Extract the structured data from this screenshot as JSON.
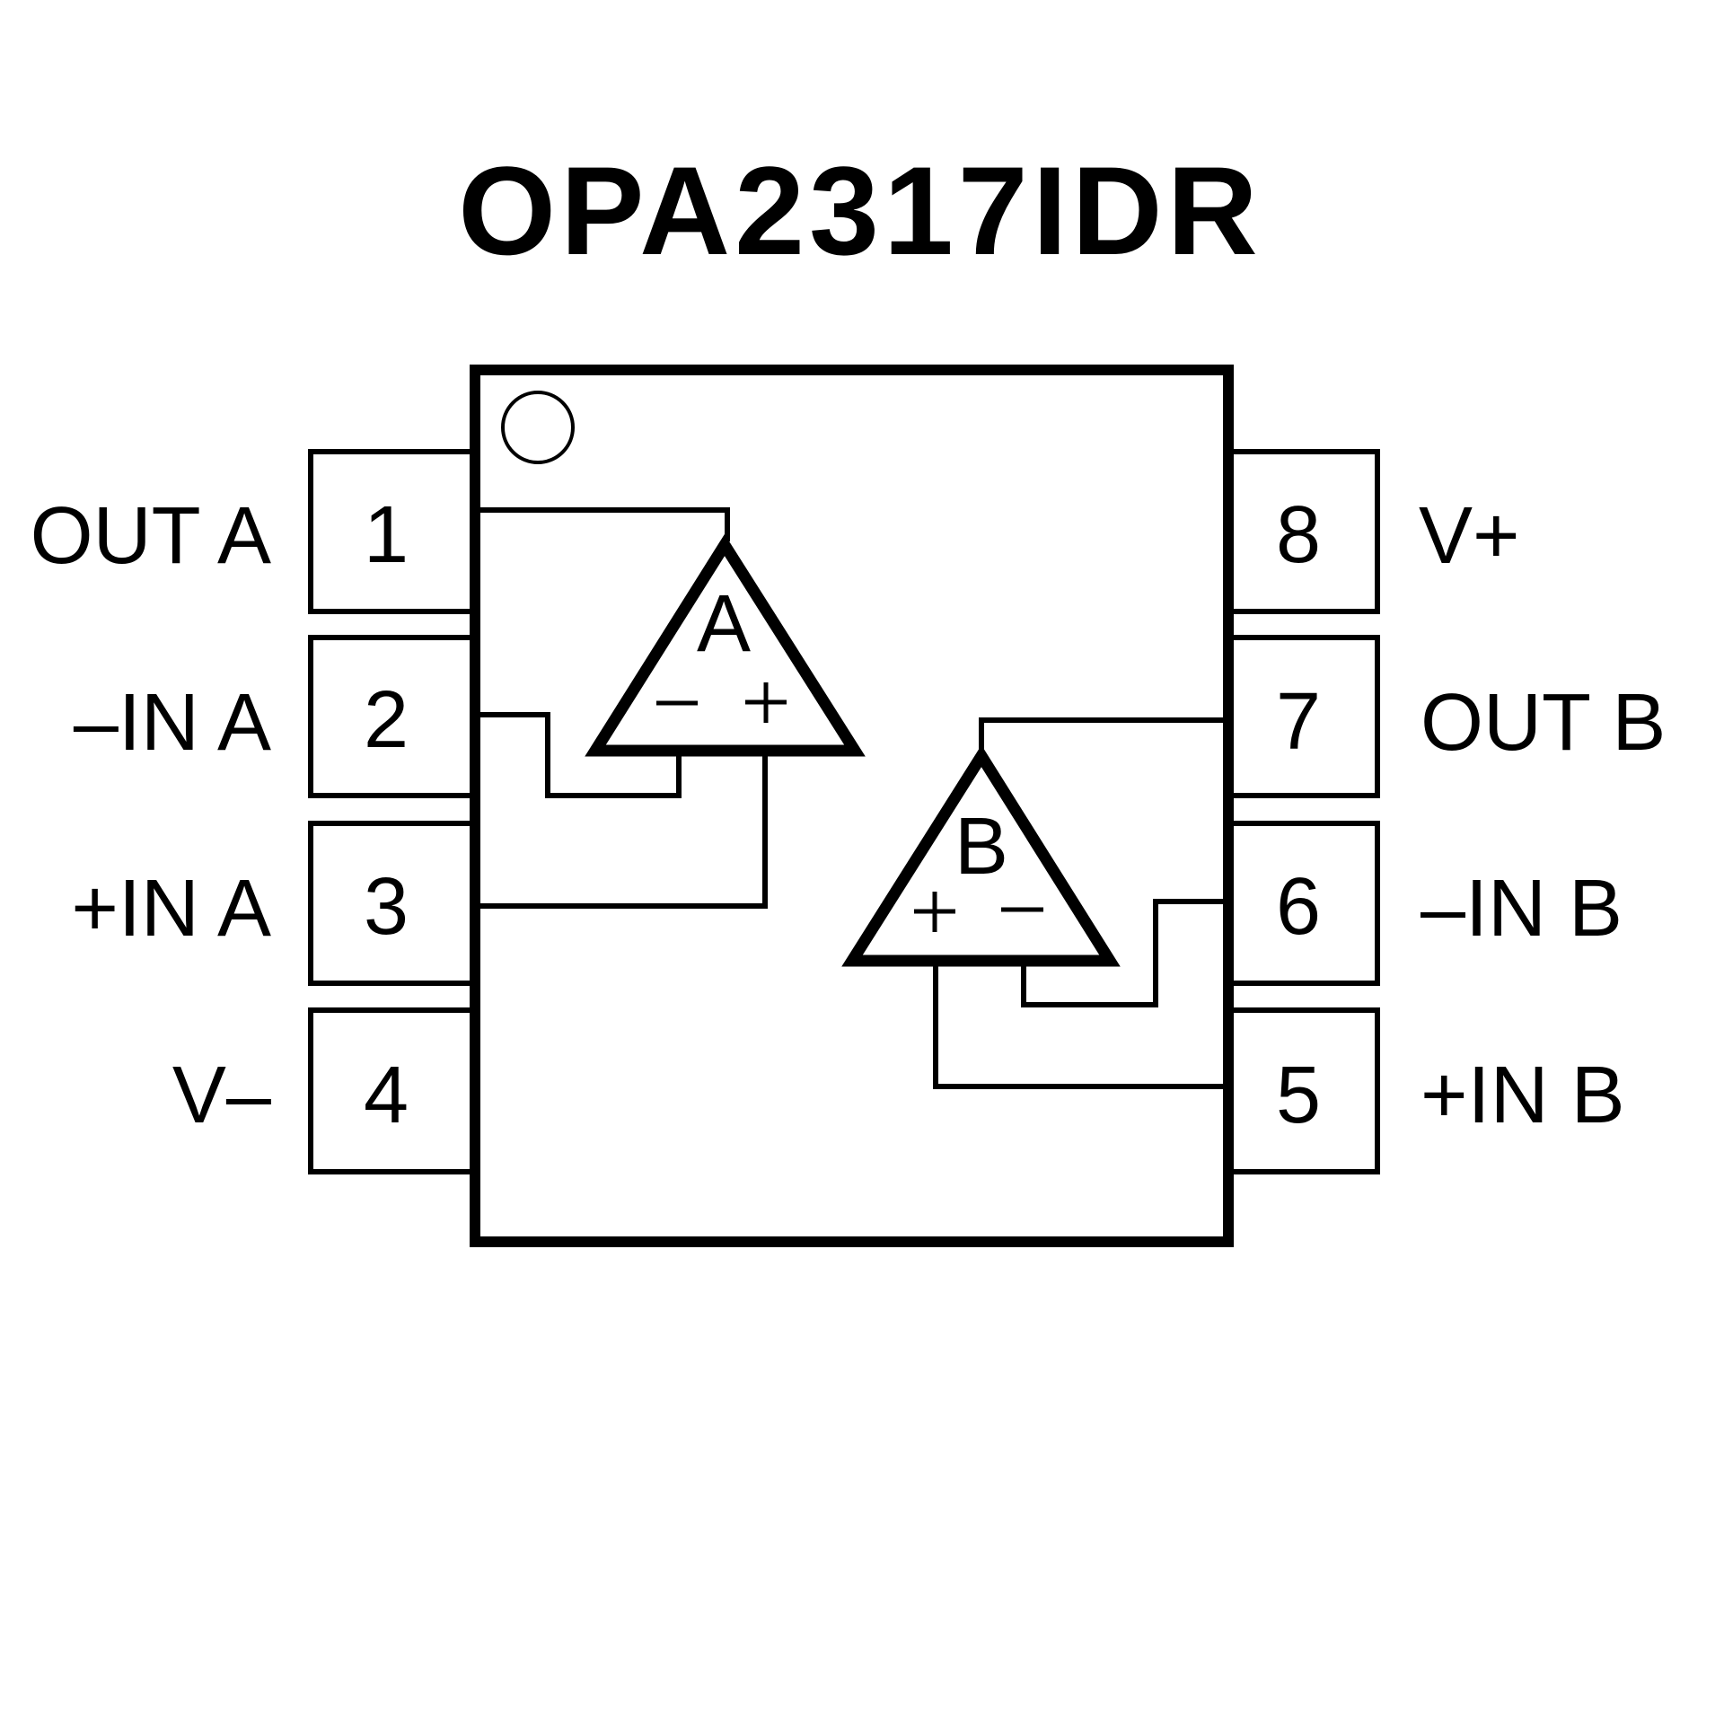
{
  "title": "OPA2317IDR",
  "package": {
    "orientation_marker": "pin-1-dot-icon",
    "left_pins": [
      {
        "number": "1",
        "label": "OUT A"
      },
      {
        "number": "2",
        "label": "–IN A"
      },
      {
        "number": "3",
        "label": "+IN A"
      },
      {
        "number": "4",
        "label": "V–"
      }
    ],
    "right_pins": [
      {
        "number": "8",
        "label": "V+"
      },
      {
        "number": "7",
        "label": "OUT B"
      },
      {
        "number": "6",
        "label": "–IN B"
      },
      {
        "number": "5",
        "label": "+IN B"
      }
    ]
  },
  "amplifiers": [
    {
      "name": "A",
      "inverting_symbol": "–",
      "noninverting_symbol": "+",
      "output_pin": "1",
      "inverting_pin": "2",
      "noninverting_pin": "3"
    },
    {
      "name": "B",
      "inverting_symbol": "–",
      "noninverting_symbol": "+",
      "output_pin": "7",
      "inverting_pin": "6",
      "noninverting_pin": "5"
    }
  ],
  "colors": {
    "ink": "#000000",
    "background": "#ffffff"
  }
}
